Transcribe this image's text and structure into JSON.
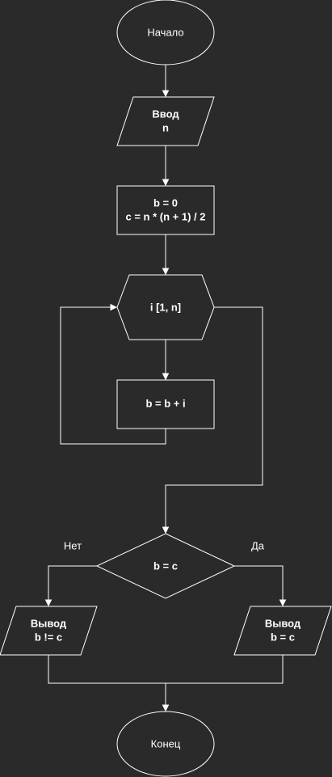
{
  "diagram": {
    "background": "#2a2a2a",
    "stroke_color": "#ffffff",
    "text_color": "#ffffff",
    "nodes": {
      "start": {
        "label": "Начало"
      },
      "input": {
        "line1": "Ввод",
        "line2": "n"
      },
      "init": {
        "line1": "b = 0",
        "line2": "c = n * (n + 1) / 2"
      },
      "loop": {
        "label": "i [1, n]"
      },
      "body": {
        "label": "b = b + i"
      },
      "decision": {
        "label": "b = c"
      },
      "out_no": {
        "line1": "Вывод",
        "line2": "b != c"
      },
      "out_yes": {
        "line1": "Вывод",
        "line2": "b = c"
      },
      "end": {
        "label": "Конец"
      }
    },
    "edge_labels": {
      "no": "Нет",
      "yes": "Да"
    }
  }
}
